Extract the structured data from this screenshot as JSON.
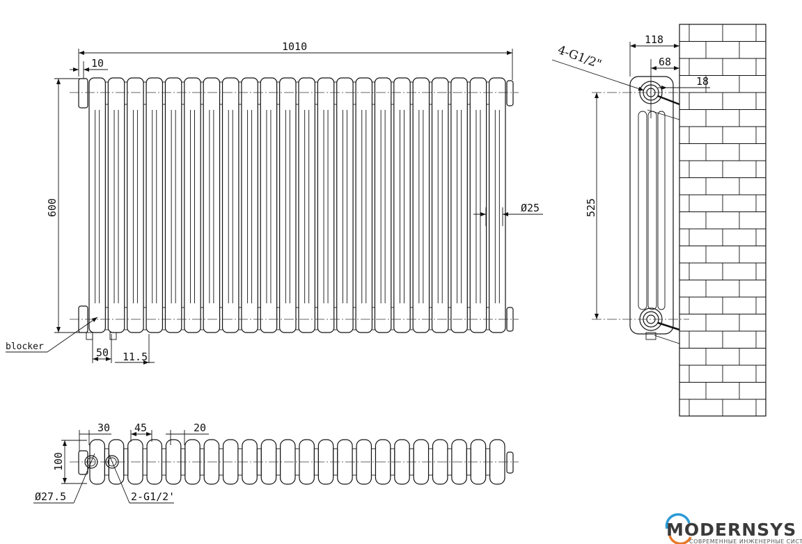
{
  "drawing": {
    "section_count": 22,
    "front_view": {
      "width_label": "1010",
      "offset_label": "10",
      "height_label": "600",
      "tube_diameter_label": "Ø25",
      "blocker_label": "blocker",
      "inlet_spacing_label": "50",
      "inlet_offset_label": "11.5"
    },
    "side_view": {
      "depth_label": "118",
      "wall_to_center_label": "68",
      "bracket_label": "18",
      "center_distance_label": "525",
      "connection_label": "4-G1/2\""
    },
    "top_view": {
      "first_offset_label": "30",
      "section_pitch_label": "45",
      "gap_label": "20",
      "depth_label": "100",
      "port_diameter_label": "Ø27.5",
      "connection_label": "2-G1/2'"
    }
  },
  "logo": {
    "name": "MODERNSYS",
    "tagline": "СОВРЕМЕННЫЕ ИНЖЕНЕРНЫЕ СИСТЕМЫ",
    "colors": {
      "arc_top": "#2a9ad6",
      "arc_bottom": "#e8782a"
    }
  }
}
